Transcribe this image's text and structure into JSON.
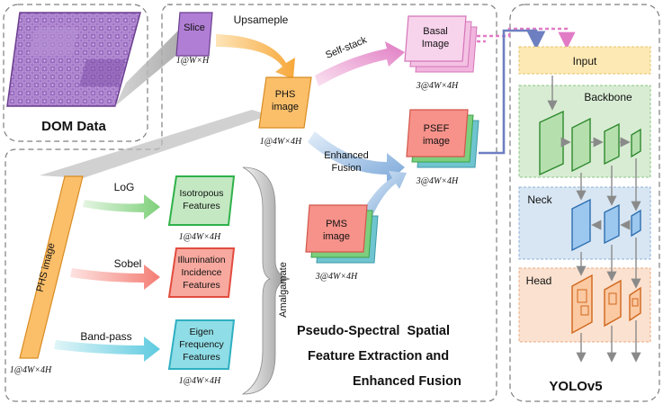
{
  "dom": {
    "label": "DOM Data"
  },
  "slice": {
    "label": "Slice",
    "dim": "1@W×H"
  },
  "upsample": {
    "label": "Upsameple"
  },
  "phs_top": {
    "line1": "PHS",
    "line2": "image",
    "dim": "1@4W×4H"
  },
  "self_stack": {
    "label": "Self-stack"
  },
  "basal": {
    "line1": "Basal",
    "line2": "Image",
    "dim": "3@4W×4H"
  },
  "enhanced_fusion": {
    "line1": "Enhanced",
    "line2": "Fusion"
  },
  "psef": {
    "line1": "PSEF",
    "line2": "image",
    "dim": "3@4W×4H"
  },
  "phs_left": {
    "label": "PHS image",
    "dim": "1@4W×4H"
  },
  "log": {
    "label": "LoG"
  },
  "sobel": {
    "label": "Sobel"
  },
  "bandpass": {
    "label": "Band-pass"
  },
  "isotropous": {
    "line1": "Isotropous",
    "line2": "Features",
    "dim": "1@4W×4H"
  },
  "illumination": {
    "line1": "Illumination",
    "line2": "Incidence",
    "line3": "Features"
  },
  "eigen": {
    "line1": "Eigen",
    "line2": "Frequency",
    "line3": "Features",
    "dim": "1@4W×4H"
  },
  "amalgamate": {
    "label": "Amalgamate"
  },
  "pms": {
    "line1": "PMS",
    "line2": "image",
    "dim": "3@4W×4H"
  },
  "title": {
    "line1": "Pseudo-Spectral  Spatial",
    "line2": "Feature Extraction and",
    "line3": "Enhanced Fusion"
  },
  "yolo": {
    "input": "Input",
    "backbone": "Backbone",
    "neck": "Neck",
    "head": "Head",
    "title": "YOLOv5"
  },
  "colors": {
    "purple": "#8e5bb5",
    "orange": "#f9b96b",
    "pink": "#f4a9d8",
    "green_feat": "#2fb14a",
    "red_feat": "#f36a5d",
    "cyan_feat": "#55cbd6",
    "backbone_bg": "#d8ecd3",
    "neck_bg": "#d8e6f3",
    "head_bg": "#fbe1cf",
    "input_bg": "#fde9b3"
  }
}
